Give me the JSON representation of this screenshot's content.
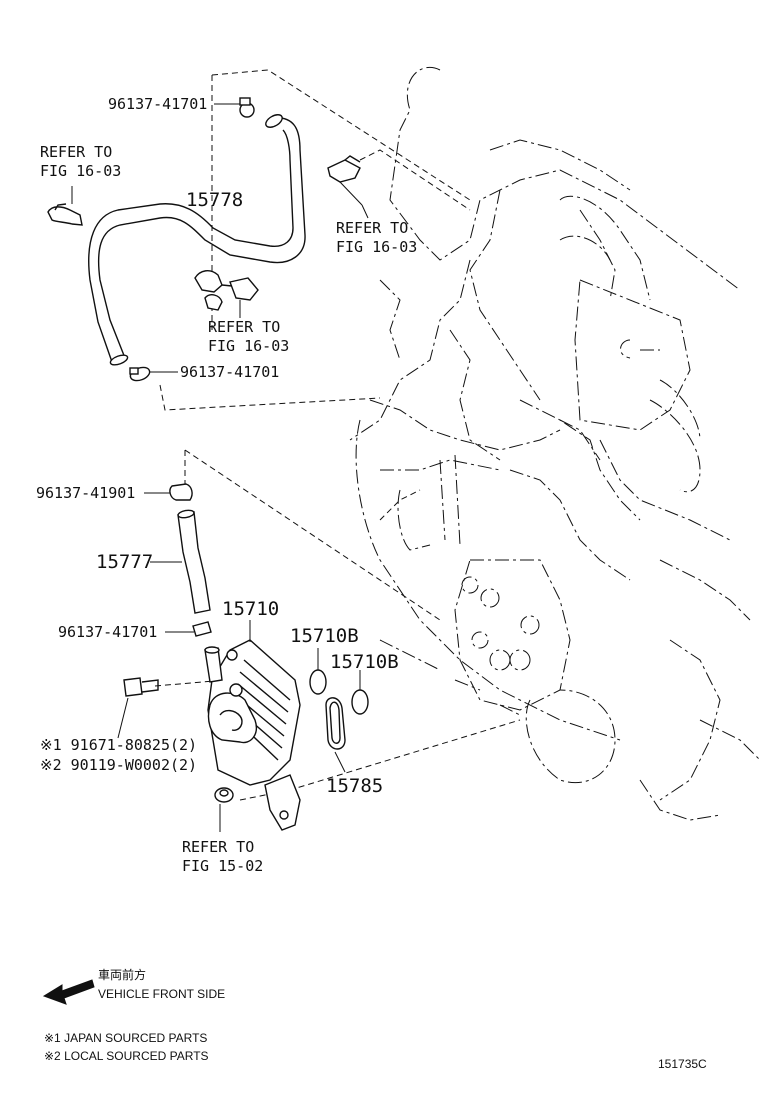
{
  "labels": {
    "clamp_top": "96137-41701",
    "refer_left_1": "REFER TO",
    "refer_left_2": "FIG 16-03",
    "hose_upper": "15778",
    "refer_right_1": "REFER TO",
    "refer_right_2": "FIG 16-03",
    "refer_mid_1": "REFER TO",
    "refer_mid_2": "FIG 16-03",
    "clamp_mid": "96137-41701",
    "clamp_union": "96137-41901",
    "hose_lower": "15777",
    "clamp_low": "96137-41701",
    "cooler": "15710",
    "oring_a": "15710B",
    "oring_b": "15710B",
    "bolt_1": "※1 91671-80825(2)",
    "bolt_2": "※2 90119-W0002(2)",
    "gasket": "15785",
    "refer_bottom_1": "REFER TO",
    "refer_bottom_2": "FIG 15-02"
  },
  "legend": {
    "front_jp": "車両前方",
    "front_en": "VEHICLE FRONT SIDE",
    "note_1": "※1 JAPAN SOURCED PARTS",
    "note_2": "※2 LOCAL SOURCED PARTS",
    "code": "151735C"
  }
}
